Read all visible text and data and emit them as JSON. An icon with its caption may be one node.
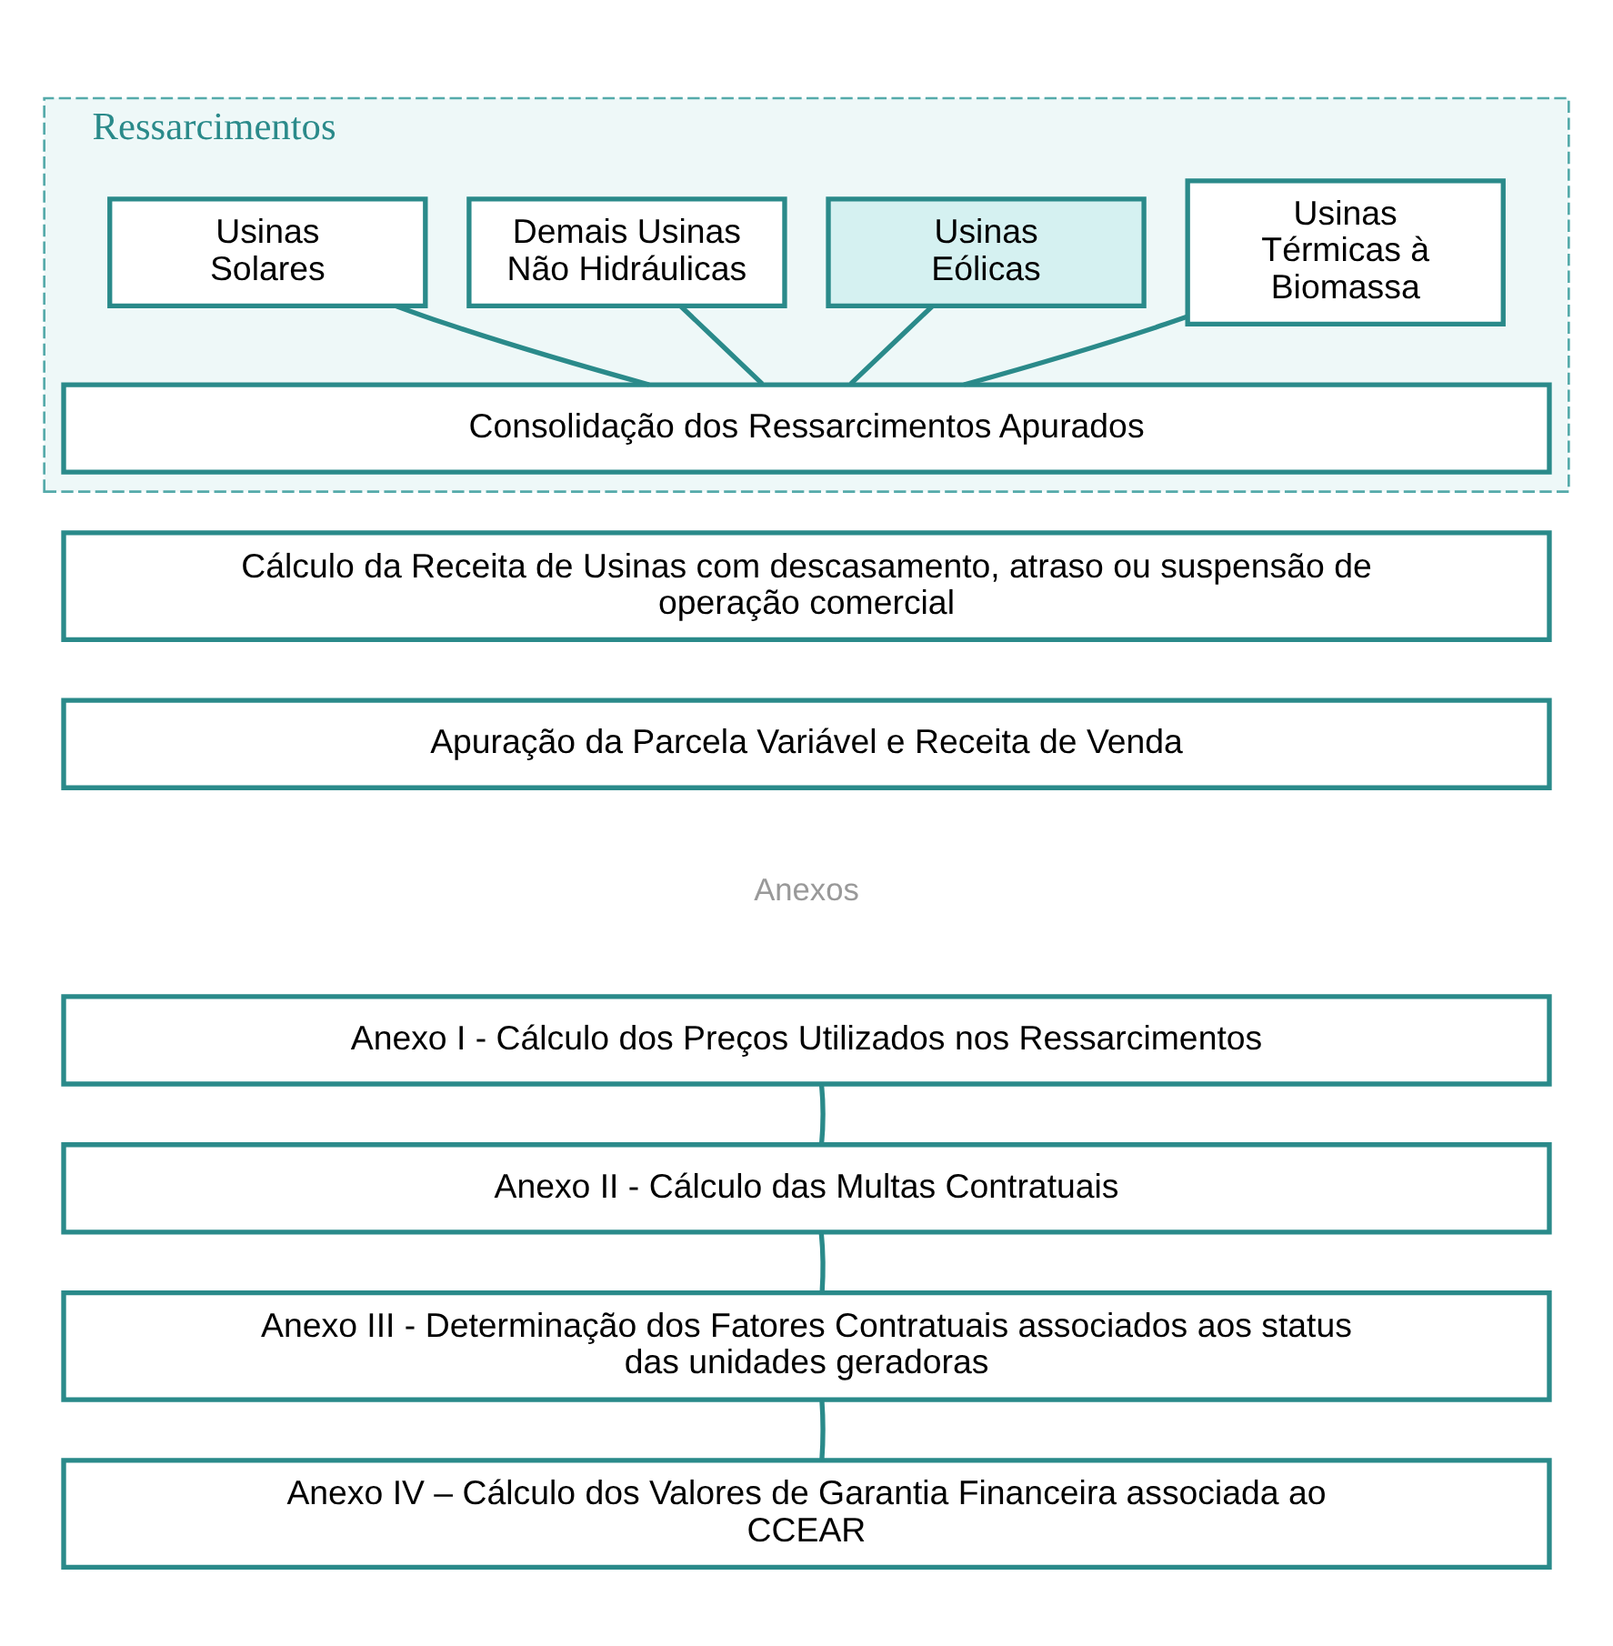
{
  "diagram": {
    "nodes": [
      {
        "text": [
          "Ressarcimentos"
        ]
      },
      {
        "text": [
          "Usinas Térmicas à Biomassa"
        ],
        "in": 0
      },
      {
        "text": [
          "Usinas Eólicas"
        ],
        "in": 0
      },
      {
        "text": [
          "Demais Usinas Não Hidráulicas"
        ],
        "in": 0
      },
      {
        "text": [
          "Usinas Solares"
        ],
        "in": 0
      },
      {
        "text": [
          "Consolidação dos Ressarcimentos Apurados"
        ],
        "in": 0
      },
      {
        "text": [
          "Cálculo da Receita de Usinas com descasamento, atraso ou suspensão de operação comercial"
        ]
      },
      {
        "text": [
          "Apuração da Parcela Variável e Receita de Venda"
        ]
      },
      {
        "text": [
          "Anexo I - Cálculo dos Preços Utilizados nos Ressarcimentos"
        ]
      },
      {
        "text": [
          "Anexo II - Cálculo das Multas Contratuais"
        ]
      },
      {
        "text": [
          "Anexo III - Determinação dos Fatores Contratuais associados aos status das unidades geradoras"
        ]
      },
      {
        "text": [
          "Anexo IV – Cálculo dos Valores de Garantia Financeira associada ao CCEAR"
        ]
      }
    ],
    "edges": [
      {
        "from": 1,
        "to": 5,
        "arrow": "none"
      },
      {
        "from": 2,
        "to": 5,
        "arrow": "none"
      },
      {
        "from": 3,
        "to": 5,
        "arrow": "none"
      },
      {
        "from": 4,
        "to": 5,
        "arrow": "none"
      },
      {
        "from": 8,
        "to": 9,
        "arrow": "none"
      },
      {
        "from": 9,
        "to": 10,
        "arrow": "none"
      },
      {
        "from": 10,
        "to": 11,
        "arrow": "none"
      }
    ],
    "labels": [
      "Anexos"
    ]
  }
}
